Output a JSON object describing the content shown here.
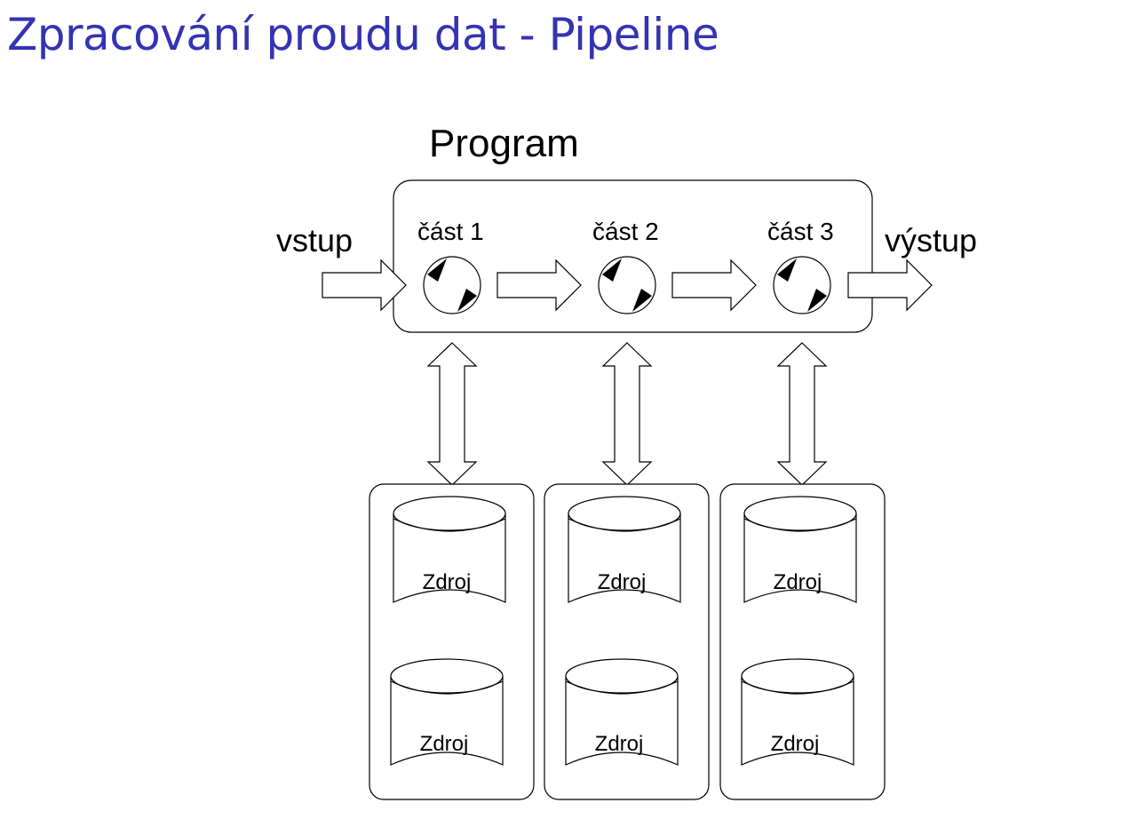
{
  "slide": {
    "title": "Zpracování proudu dat - Pipeline"
  },
  "diagram": {
    "program_label": "Program",
    "input_label": "vstup",
    "output_label": "výstup",
    "parts": [
      {
        "label": "část 1"
      },
      {
        "label": "část 2"
      },
      {
        "label": "část 3"
      }
    ],
    "resource_label": "Zdroj"
  },
  "colors": {
    "title": "#3333b3",
    "stroke": "#000000",
    "fill": "#ffffff"
  }
}
